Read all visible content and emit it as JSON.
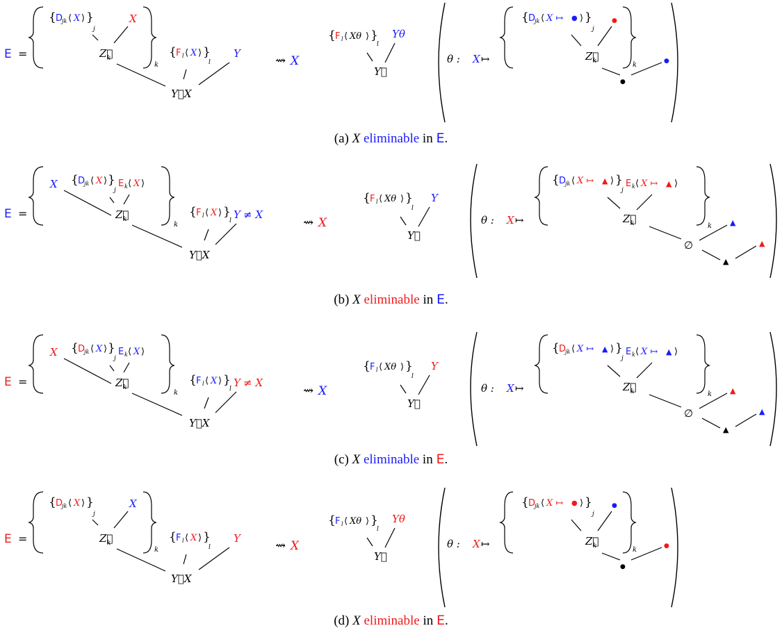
{
  "colors": {
    "blue": "#1a1aff",
    "red": "#f01a1a",
    "black": "#000000"
  },
  "symbols": {
    "E": "E",
    "X": "X",
    "Y": "Y",
    "eq": "=",
    "leadsto": "⇝",
    "theta_map": "θ : ",
    "mapsto": " ↦",
    "Ytheta": "Yθ",
    "neq_X": "≠ X",
    "YX": "Y⃗X",
    "Z_k": "Z⃗",
    "k": "k",
    "Y_vec": "Y⃗",
    "empty": "∅",
    "dot": "●",
    "tri": "▲"
  },
  "labels": {
    "D_jk": "D",
    "jk": "jk",
    "E_k": "E",
    "F_l": "F",
    "l": "l",
    "j": "j",
    "Xtheta": "Xθ",
    "X_to": "X ↦ "
  },
  "figures": [
    {
      "id": "a",
      "caption": {
        "prefix": "(a) ",
        "var": "X",
        "word": "eliminable",
        "in": " in ",
        "set": "E",
        "end": "."
      },
      "E_color": "blue",
      "word_color": "blue",
      "leadsto_X_color": "blue",
      "D_color": "blue",
      "D_X_color": "blue",
      "side_X_color": "red",
      "F_color": "red",
      "F_X_color": "blue",
      "Y_color": "blue",
      "Ftheta_color": "red",
      "Ytheta_color": "blue",
      "theta_X_color": "blue",
      "sub_bullet_color": "blue",
      "D_sub_color": "red",
      "top_bullet_color": "red",
      "right_bullet_color": "blue"
    },
    {
      "id": "b",
      "caption": {
        "prefix": "(b) ",
        "var": "X",
        "word": "eliminable",
        "in": " in ",
        "set": "E",
        "end": "."
      },
      "E_color": "blue",
      "word_color": "red",
      "leadsto_X_color": "red",
      "D_color": "blue",
      "D_X_color": "red",
      "Ek_color": "red",
      "Ek_X_color": "red",
      "side_X_color": "blue",
      "F_color": "red",
      "F_X_color": "red",
      "Y_color": "blue",
      "Ftheta_color": "red",
      "Ytheta_color": "blue",
      "theta_X_color": "red",
      "D_tri_color": "red",
      "Ek_tri_color": "red",
      "right_tri_color": "blue",
      "far_tri_color": "red"
    },
    {
      "id": "c",
      "caption": {
        "prefix": "(c) ",
        "var": "X",
        "word": "eliminable",
        "in": " in ",
        "set": "E",
        "end": "."
      },
      "E_color": "red",
      "word_color": "blue",
      "leadsto_X_color": "blue",
      "D_color": "red",
      "D_X_color": "blue",
      "Ek_color": "blue",
      "Ek_X_color": "blue",
      "side_X_color": "red",
      "F_color": "blue",
      "F_X_color": "blue",
      "Y_color": "red",
      "Ftheta_color": "blue",
      "Ytheta_color": "red",
      "theta_X_color": "blue",
      "D_tri_color": "blue",
      "Ek_tri_color": "blue",
      "right_tri_color": "red",
      "far_tri_color": "blue"
    },
    {
      "id": "d",
      "caption": {
        "prefix": "(d) ",
        "var": "X",
        "word": "eliminable",
        "in": " in ",
        "set": "E",
        "end": "."
      },
      "E_color": "red",
      "word_color": "red",
      "leadsto_X_color": "red",
      "D_color": "red",
      "D_X_color": "red",
      "side_X_color": "blue",
      "F_color": "blue",
      "F_X_color": "red",
      "Y_color": "red",
      "Ftheta_color": "blue",
      "Ytheta_color": "red",
      "theta_X_color": "red",
      "sub_bullet_color": "red",
      "D_sub_color": "red",
      "top_bullet_color": "blue",
      "right_bullet_color": "red"
    }
  ]
}
